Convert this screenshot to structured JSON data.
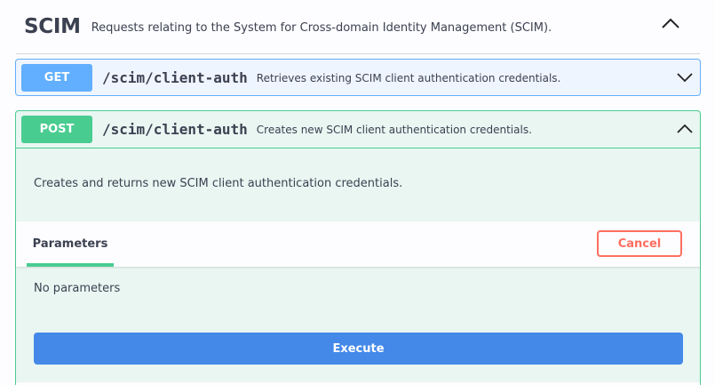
{
  "tag": {
    "title": "SCIM",
    "description": "Requests relating to the System for Cross-domain Identity Management (SCIM).",
    "toggle_icon": "chevron-up-icon"
  },
  "operations": [
    {
      "method": "GET",
      "path": "/scim/client-auth",
      "summary": "Retrieves existing SCIM client authentication credentials.",
      "expanded": false,
      "arrow_icon": "chevron-down-icon",
      "color": "#61affe"
    },
    {
      "method": "POST",
      "path": "/scim/client-auth",
      "summary": "Creates new SCIM client authentication credentials.",
      "expanded": true,
      "arrow_icon": "chevron-up-icon",
      "color": "#49cc90",
      "description": "Creates and returns new SCIM client authentication credentials.",
      "parameters_tab": "Parameters",
      "cancel_label": "Cancel",
      "no_parameters": "No parameters",
      "execute_label": "Execute"
    }
  ],
  "colors": {
    "get": "#61affe",
    "post": "#49cc90",
    "cancel": "#ff6f61",
    "execute": "#4489e8"
  }
}
